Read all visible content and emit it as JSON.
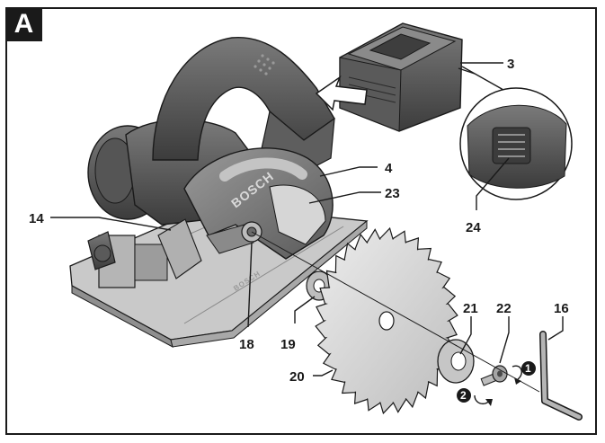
{
  "figure_letter": "A",
  "brand_text": "BOSCH",
  "callouts": [
    {
      "id": "3",
      "text": "3"
    },
    {
      "id": "4",
      "text": "4"
    },
    {
      "id": "23",
      "text": "23"
    },
    {
      "id": "14",
      "text": "14"
    },
    {
      "id": "24",
      "text": "24"
    },
    {
      "id": "18",
      "text": "18"
    },
    {
      "id": "19",
      "text": "19"
    },
    {
      "id": "21",
      "text": "21"
    },
    {
      "id": "22",
      "text": "22"
    },
    {
      "id": "16",
      "text": "16"
    },
    {
      "id": "20",
      "text": "20"
    }
  ],
  "steps": [
    {
      "id": "1",
      "text": "1"
    },
    {
      "id": "2",
      "text": "2"
    }
  ],
  "colors": {
    "housing_dark": "#4a4a4a",
    "housing_mid": "#6e6e6e",
    "metal_light": "#c8c8c8",
    "metal_mid": "#a5a5a5",
    "line": "#1a1a1a"
  }
}
